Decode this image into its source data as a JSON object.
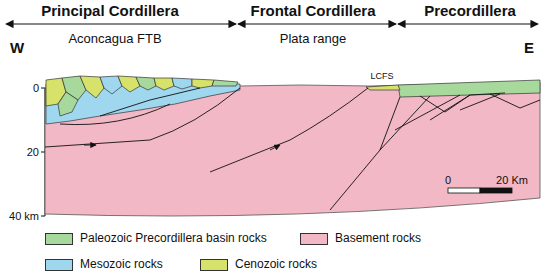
{
  "diagram": {
    "labels": [
      "Principal Cordillera",
      "Frontal Cordillera",
      "Precordillera",
      "W",
      "E",
      "Aconcagua FTB",
      "Plata range",
      "LCFS",
      "0",
      "20",
      "40 km",
      "0",
      "20 Km"
    ],
    "legend": [
      {
        "text": "Paleozoic Precordillera basin rocks",
        "color": "#a8d99c"
      },
      {
        "text": "Basement rocks",
        "color": "#f2b8c6"
      },
      {
        "text": "Mesozoic rocks",
        "color": "#9fd7ef"
      },
      {
        "text": "Cenozoic rocks",
        "color": "#d6e26a"
      }
    ]
  }
}
